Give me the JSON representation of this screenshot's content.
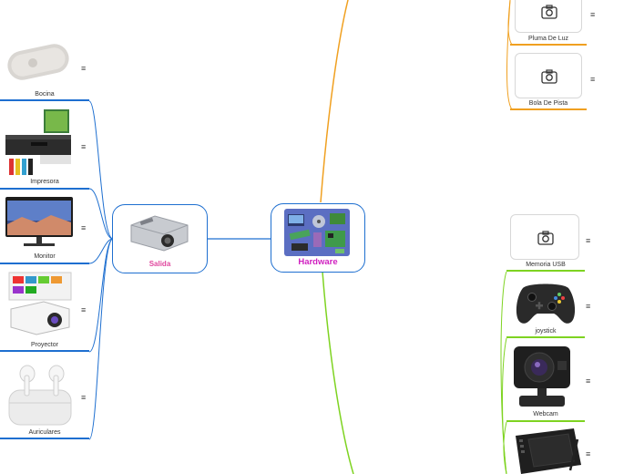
{
  "central": {
    "label": "Hardware"
  },
  "output_hub": {
    "label": "Salida"
  },
  "left_leaves": [
    {
      "label": "Bocina",
      "icon": "bluetooth-speaker-image"
    },
    {
      "label": "Impresora",
      "icon": "printer-image"
    },
    {
      "label": "Monitor",
      "icon": "monitor-image"
    },
    {
      "label": "Proyector",
      "icon": "projector-image"
    },
    {
      "label": "Auriculares",
      "icon": "earbuds-image"
    }
  ],
  "orange_leaves": [
    {
      "label": "Pluma De Luz",
      "icon": "camera-icon"
    },
    {
      "label": "Bola De Pista",
      "icon": "camera-icon"
    }
  ],
  "green_leaves": [
    {
      "label": "Memoria USB",
      "icon": "camera-icon"
    },
    {
      "label": "joystick",
      "icon": "gamepad-image"
    },
    {
      "label": "Webcam",
      "icon": "webcam-image"
    },
    {
      "label": "",
      "icon": "graphics-tablet-image"
    }
  ],
  "menu_glyph": "≡",
  "colors": {
    "blue": "#1e6fd0",
    "orange": "#f0a020",
    "green": "#7ed321",
    "salida_text": "#e0479e",
    "hardware_text": "#d020c0"
  }
}
